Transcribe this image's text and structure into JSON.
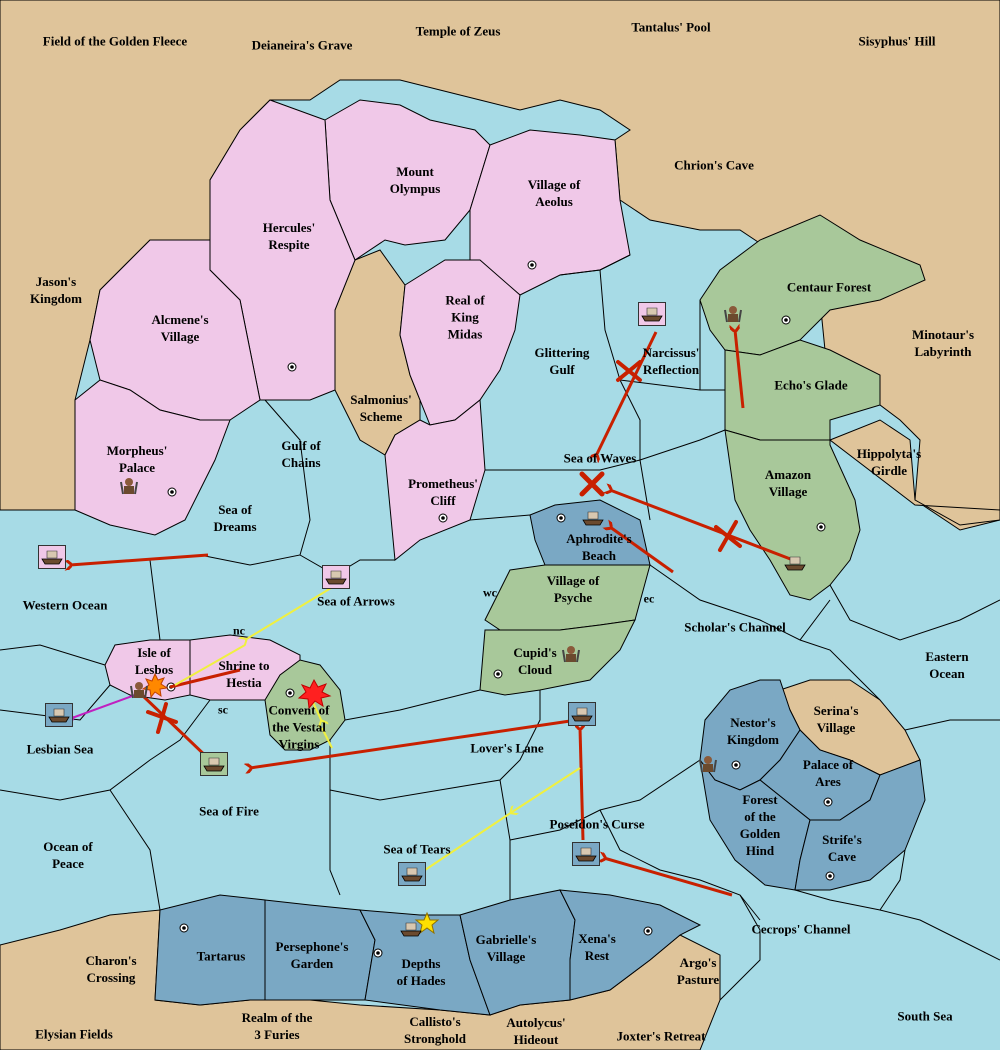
{
  "colors": {
    "land_neutral": "#dfc49a",
    "land_pink": "#f0c8e8",
    "land_green": "#a8c89a",
    "land_blue": "#7aa8c4",
    "sea": "#a7dbe6",
    "order_red": "#c82000",
    "order_yellow": "#f0f040",
    "order_magenta": "#c020c0"
  },
  "territories": {
    "field_golden_fleece": "Field of the Golden Fleece",
    "deianeira": "Deianeira's Grave",
    "temple_zeus": "Temple of Zeus",
    "tantalus": "Tantalus' Pool",
    "sisyphus": "Sisyphus' Hill",
    "chrion": "Chrion's Cave",
    "mount_olympus": "Mount\nOlympus",
    "village_aeolus": "Village of\nAeolus",
    "hercules": "Hercules'\nRespite",
    "jason": "Jason's\nKingdom",
    "alcmene": "Alcmene's\nVillage",
    "king_midas": "Real of\nKing\nMidas",
    "glittering_gulf": "Glittering\nGulf",
    "narcissus": "Narcissus'\nReflection",
    "centaur_forest": "Centaur Forest",
    "minotaur": "Minotaur's\nLabyrinth",
    "echo": "Echo's Glade",
    "salmonius": "Salmonius'\nScheme",
    "gulf_chains": "Gulf of\nChains",
    "morpheus": "Morpheus'\nPalace",
    "sea_waves": "Sea of Waves",
    "hippolyta": "Hippolyta's\nGirdle",
    "amazon": "Amazon\nVillage",
    "prometheus": "Prometheus'\nCliff",
    "sea_dreams": "Sea of\nDreams",
    "aphrodite": "Aphrodite's\nBeach",
    "psyche": "Village of\nPsyche",
    "western_ocean": "Western Ocean",
    "sea_arrows": "Sea of Arrows",
    "scholars_channel": "Scholar's Channel",
    "isle_lesbos": "Isle of\nLesbos",
    "shrine_hestia": "Shrine to\nHestia",
    "cupid": "Cupid's\nCloud",
    "eastern_ocean": "Eastern\nOcean",
    "convent": "Convent of\nthe Vestal\nVirgins",
    "nestor": "Nestor's\nKingdom",
    "serina": "Serina's\nVillage",
    "lesbian_sea": "Lesbian Sea",
    "lovers_lane": "Lover's Lane",
    "palace_ares": "Palace of\nAres",
    "sea_fire": "Sea of Fire",
    "forest_hind": "Forest\nof the\nGolden\nHind",
    "poseidon": "Poseidon's Curse",
    "strife": "Strife's\nCave",
    "ocean_peace": "Ocean of\nPeace",
    "sea_tears": "Sea of Tears",
    "cecrops": "Cecrops' Channel",
    "charon": "Charon's\nCrossing",
    "tartarus": "Tartarus",
    "persephone": "Persephone's\nGarden",
    "depths_hades": "Depths\nof Hades",
    "gabrielle": "Gabrielle's\nVillage",
    "xena": "Xena's\nRest",
    "argo": "Argo's\nPasture",
    "south_sea": "South Sea",
    "elysian": "Elysian Fields",
    "furies": "Realm of the\n3 Furies",
    "callisto": "Callisto's\nStronghold",
    "autolycus": "Autolycus'\nHideout",
    "joxter": "Joxter's Retreat"
  },
  "coast_labels": {
    "wc": "wc",
    "ec": "ec",
    "nc": "nc",
    "sc": "sc"
  },
  "units": [
    {
      "type": "fleet-icon",
      "owner": "pink"
    },
    {
      "type": "fleet-icon",
      "owner": "pink"
    },
    {
      "type": "fleet-icon",
      "owner": "pink"
    },
    {
      "type": "fleet-icon",
      "owner": "pink"
    },
    {
      "type": "fleet-icon",
      "owner": "pink"
    },
    {
      "type": "fleet-icon",
      "owner": "blue"
    },
    {
      "type": "fleet-icon",
      "owner": "blue"
    },
    {
      "type": "fleet-icon",
      "owner": "blue"
    },
    {
      "type": "fleet-icon",
      "owner": "blue"
    },
    {
      "type": "fleet-icon",
      "owner": "green"
    },
    {
      "type": "fleet-icon",
      "owner": "green"
    }
  ]
}
